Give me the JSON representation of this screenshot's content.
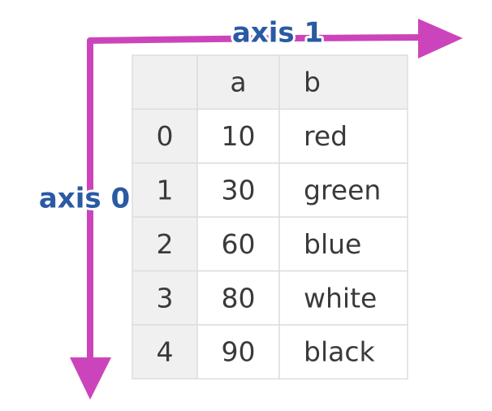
{
  "table": {
    "columns": [
      "",
      "a",
      "b"
    ],
    "rows": [
      [
        "0",
        "10",
        "red"
      ],
      [
        "1",
        "30",
        "green"
      ],
      [
        "2",
        "60",
        "blue"
      ],
      [
        "3",
        "80",
        "white"
      ],
      [
        "4",
        "90",
        "black"
      ]
    ]
  },
  "axes": {
    "axis0_label": "axis 0",
    "axis1_label": "axis 1"
  },
  "colors": {
    "arrow": "#cc44bb",
    "label": "#2a5aa3",
    "label_outline": "#ffffff",
    "header_bg": "#f0f0f0",
    "index_bg": "#f0f0f0",
    "cell_bg": "#ffffff",
    "grid_line": "#dddddd",
    "cell_text": "#3a3a3a"
  }
}
